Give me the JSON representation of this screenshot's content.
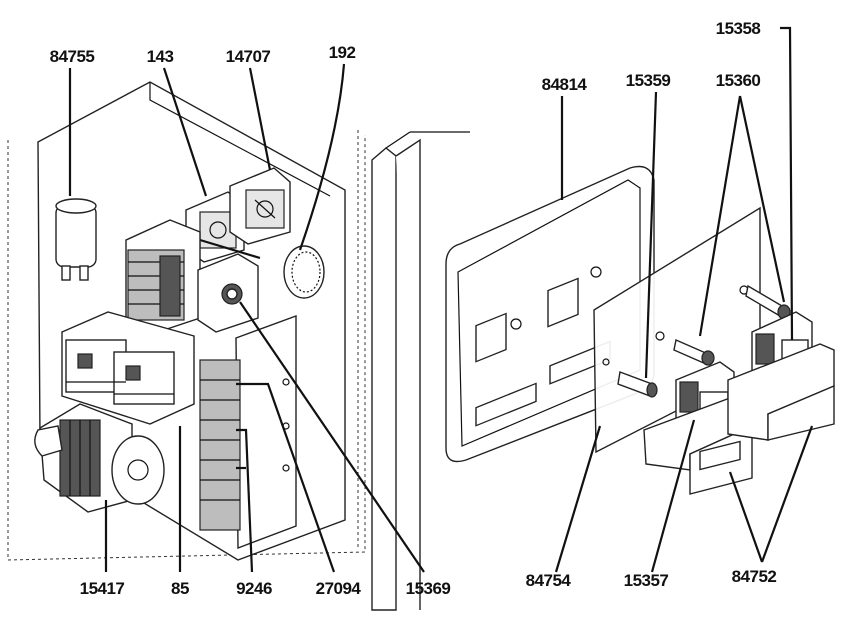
{
  "labels": {
    "p84755": "84755",
    "p143": "143",
    "p14707": "14707",
    "p192": "192",
    "p84814": "84814",
    "p15359": "15359",
    "p15360": "15360",
    "p15358": "15358",
    "p15417": "15417",
    "p85": "85",
    "p9246": "9246",
    "p27094": "27094",
    "p15369": "15369",
    "p84754": "84754",
    "p15357": "15357",
    "p84752": "84752"
  }
}
